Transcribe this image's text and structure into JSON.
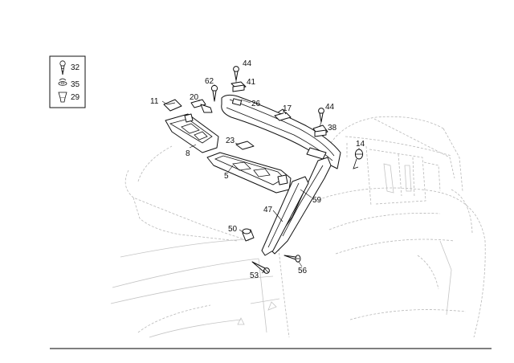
{
  "legend": [
    {
      "number": "32",
      "icon": "screw-icon"
    },
    {
      "number": "35",
      "icon": "washer-icon"
    },
    {
      "number": "29",
      "icon": "plug-icon"
    }
  ],
  "callouts": [
    "11",
    "20",
    "62",
    "44",
    "41",
    "26",
    "17",
    "44",
    "38",
    "23",
    "8",
    "5",
    "14",
    "47",
    "59",
    "50",
    "53",
    "56"
  ]
}
